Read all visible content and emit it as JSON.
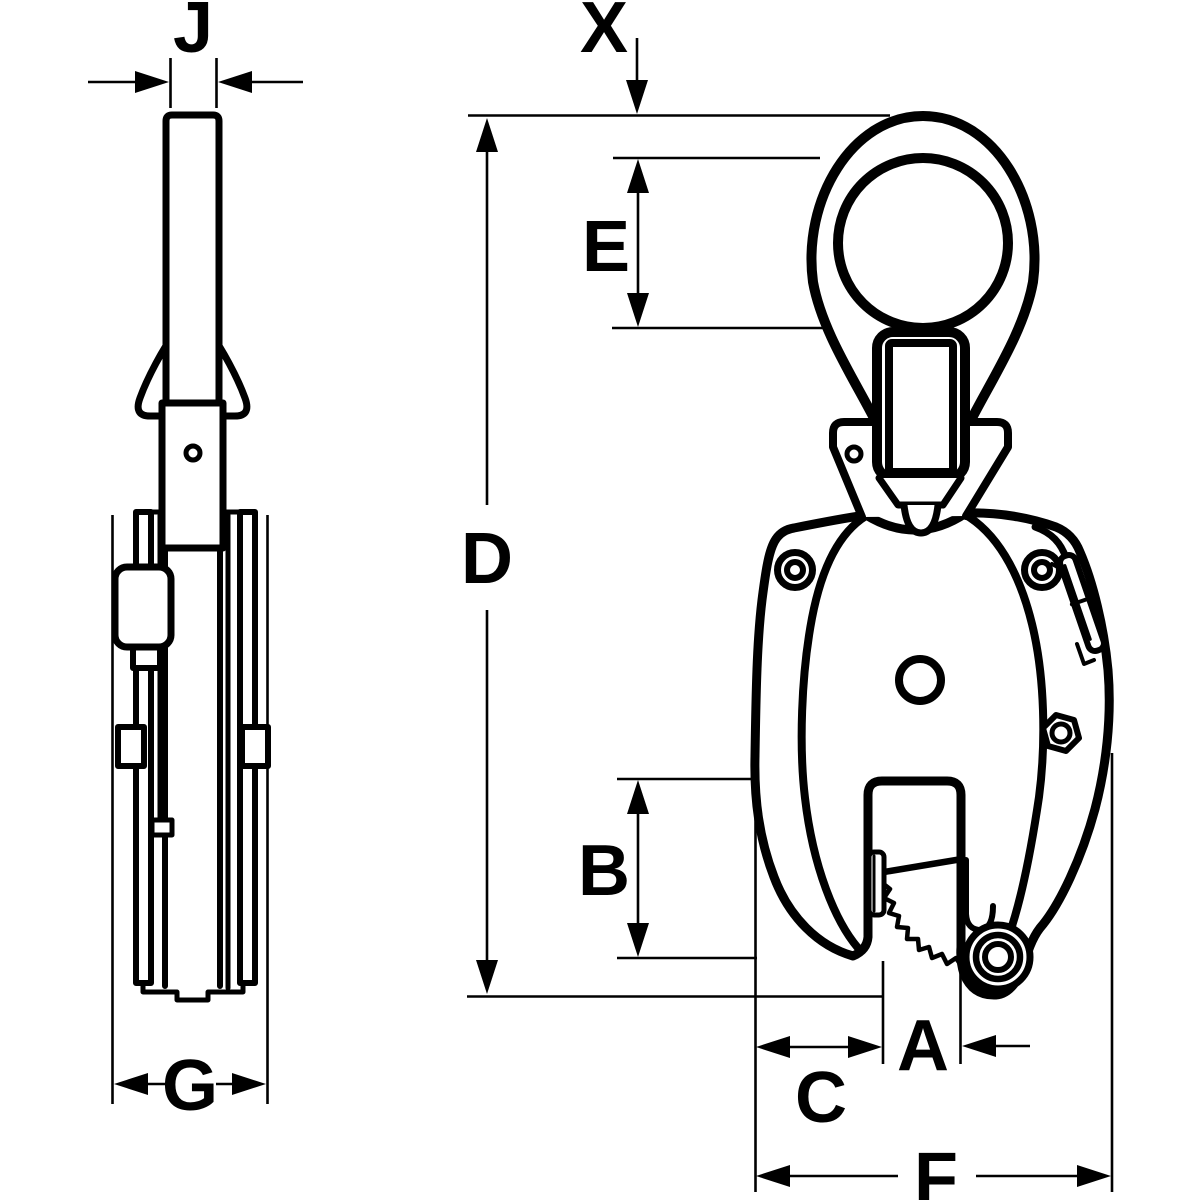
{
  "page": {
    "title": "Vertical plate lifting clamp - two-view dimensional drawing",
    "background": "#ffffff",
    "ink": "#000000"
  },
  "drawing": {
    "type": "technical-diagram",
    "views": [
      {
        "id": "side-view",
        "description": "Side profile view of the clamp"
      },
      {
        "id": "front-view",
        "description": "Front view of the clamp with lifting eye, shackle link, body, serrated cam and pivot"
      }
    ],
    "dimension_labels": {
      "J": "J",
      "X": "X",
      "E": "E",
      "D": "D",
      "B": "B",
      "G": "G",
      "C": "C",
      "A": "A",
      "F": "F"
    }
  }
}
